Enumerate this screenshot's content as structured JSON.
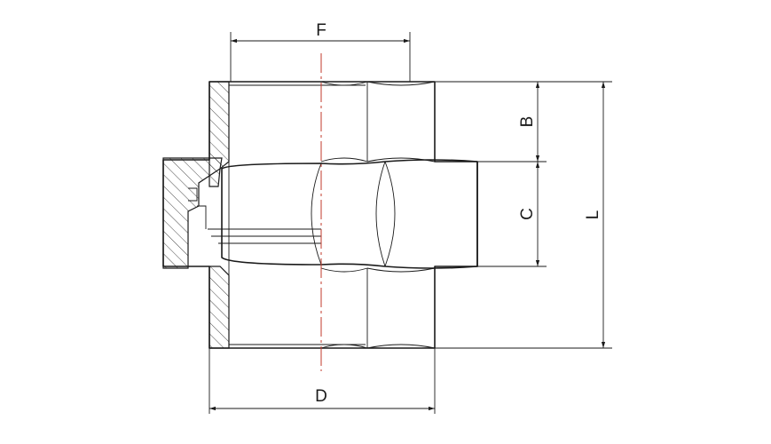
{
  "drawing": {
    "accent_color": "#c0392b",
    "line_color": "#1a1a1a"
  },
  "dimensions": {
    "F": "F",
    "B": "B",
    "C": "C",
    "L": "L",
    "D": "D"
  }
}
